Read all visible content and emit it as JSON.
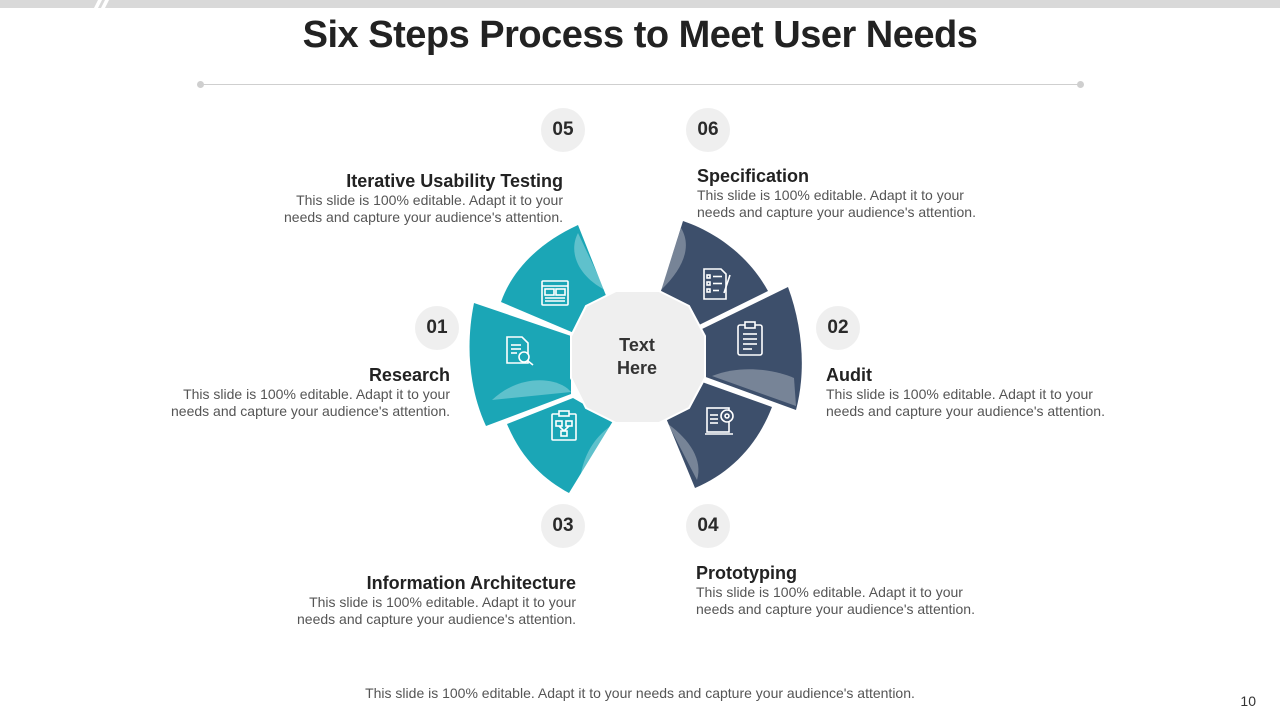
{
  "slide": {
    "title": "Six Steps Process to Meet User Needs",
    "footer": "This slide is 100% editable. Adapt it to your needs and capture your audience's attention.",
    "page_number": "10"
  },
  "center": {
    "line1": "Text",
    "line2": "Here"
  },
  "colors": {
    "teal": "#1ba6b6",
    "navy": "#3d4f6b",
    "center_fill": "#efefef",
    "badge_fill": "#efefef"
  },
  "steps": [
    {
      "number": "01",
      "title": "Research",
      "desc_line1": "This slide is 100% editable. Adapt it to your",
      "desc_line2": "needs and capture your audience's attention.",
      "icon": "document-search-icon"
    },
    {
      "number": "02",
      "title": "Audit",
      "desc_line1": "This slide is 100% editable. Adapt it to your",
      "desc_line2": "needs and capture your audience's attention.",
      "icon": "clipboard-icon"
    },
    {
      "number": "03",
      "title": "Information Architecture",
      "desc_line1": "This slide is 100% editable. Adapt it to your",
      "desc_line2": "needs and capture your audience's attention.",
      "icon": "flowchart-board-icon"
    },
    {
      "number": "04",
      "title": "Prototyping",
      "desc_line1": "This slide is 100% editable. Adapt it to your",
      "desc_line2": "needs and capture your audience's attention.",
      "icon": "gear-document-icon"
    },
    {
      "number": "05",
      "title": "Iterative Usability Testing",
      "desc_line1": "This slide is 100% editable. Adapt it to your",
      "desc_line2": "needs and capture your audience's attention.",
      "icon": "browser-window-icon"
    },
    {
      "number": "06",
      "title": "Specification",
      "desc_line1": "This slide is 100% editable. Adapt it to your",
      "desc_line2": "needs and capture your audience's attention.",
      "icon": "checklist-icon"
    }
  ]
}
